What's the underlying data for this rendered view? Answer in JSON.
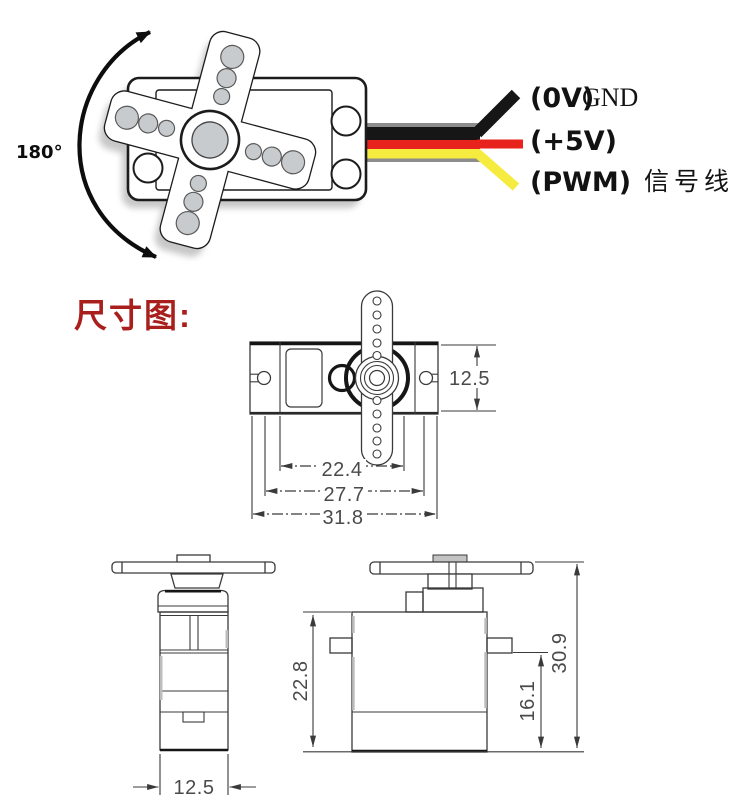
{
  "annotations": {
    "rotation_angle": "180°",
    "section_title": "尺寸图:"
  },
  "colors": {
    "accent_red": "#a81f1c",
    "wire_black": "#161616",
    "wire_red": "#e8231e",
    "wire_yellow": "#f6ec3f",
    "wire_sheath": "#8d8d8d",
    "drawing_line": "#3a3a3a"
  },
  "wiring_labels": [
    {
      "pin": "(0V)",
      "name": "GND"
    },
    {
      "pin": "(+5V)",
      "name": ""
    },
    {
      "pin": "(PWM)",
      "name": "信号线"
    }
  ],
  "dimensions_mm": {
    "top_view": {
      "body_height": "12.5",
      "horn_mount_span": "22.4",
      "mount_hole_span": "27.7",
      "overall_width": "31.8"
    },
    "side_view": {
      "body_width": "12.5",
      "body_height": "22.8"
    },
    "front_view": {
      "lower_body_height": "16.1",
      "overall_height": "30.9"
    }
  }
}
